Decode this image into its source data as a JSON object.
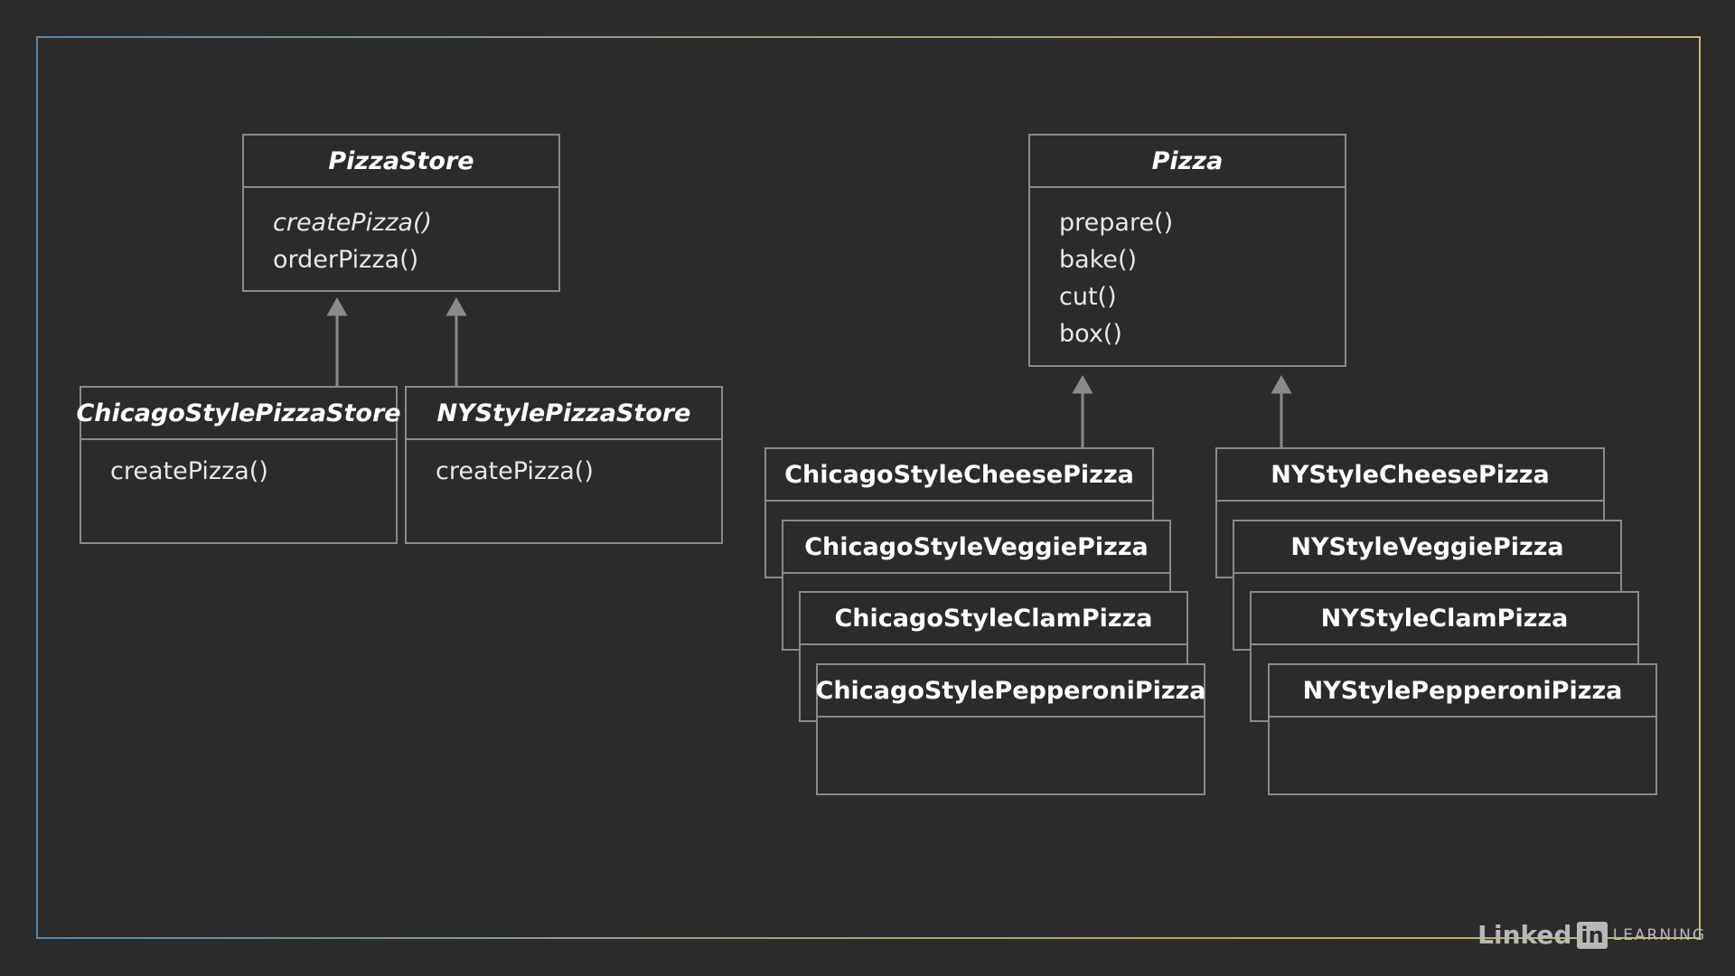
{
  "diagram": {
    "pizza_store": {
      "name": "PizzaStore",
      "methods": [
        "createPizza()",
        "orderPizza()"
      ]
    },
    "chicago_store": {
      "name": "ChicagoStylePizzaStore",
      "methods": [
        "createPizza()"
      ]
    },
    "ny_store": {
      "name": "NYStylePizzaStore",
      "methods": [
        "createPizza()"
      ]
    },
    "pizza": {
      "name": "Pizza",
      "methods": [
        "prepare()",
        "bake()",
        "cut()",
        "box()"
      ]
    },
    "chicago_pizzas": [
      "ChicagoStyleCheesePizza",
      "ChicagoStyleVeggiePizza",
      "ChicagoStyleClamPizza",
      "ChicagoStylePepperoniPizza"
    ],
    "ny_pizzas": [
      "NYStyleCheesePizza",
      "NYStyleVeggiePizza",
      "NYStyleClamPizza",
      "NYStylePepperoniPizza"
    ]
  },
  "branding": {
    "linked": "Linked",
    "in": "in",
    "learning": "LEARNING"
  },
  "colors": {
    "background": "#2b2b2b",
    "box_border": "#8a8a8a",
    "arrow": "#8a8a8a",
    "text": "#ffffff"
  }
}
